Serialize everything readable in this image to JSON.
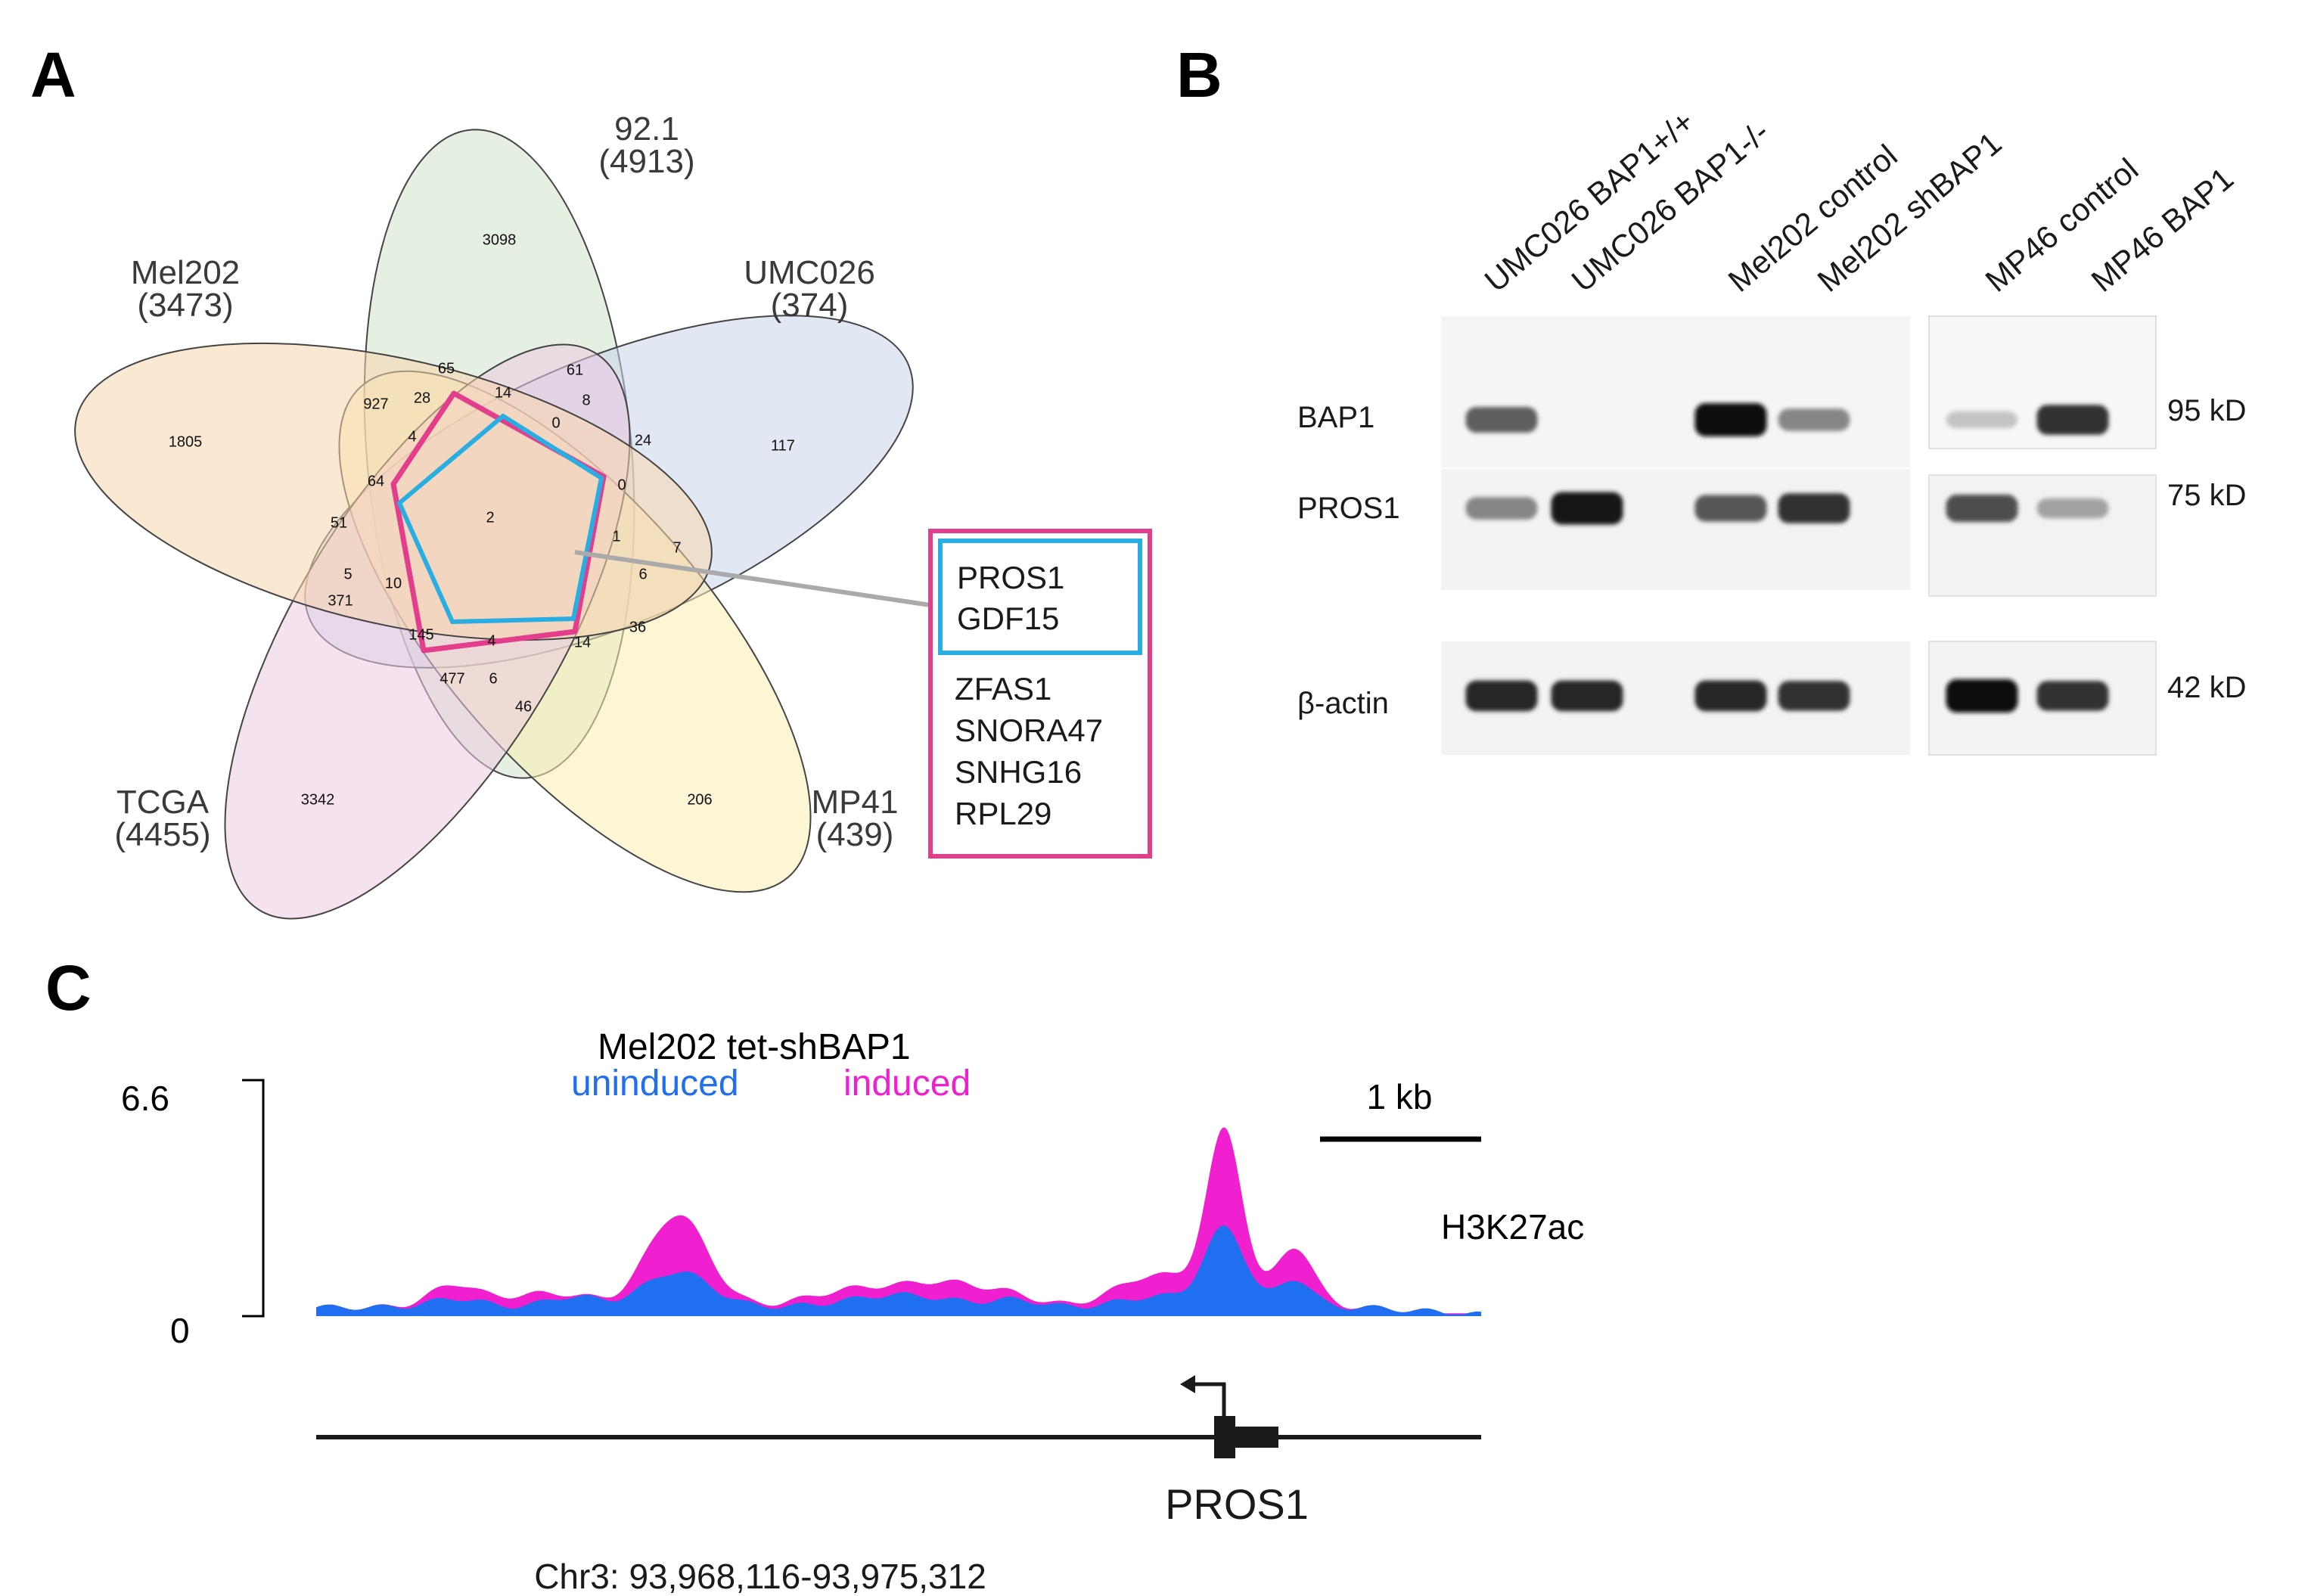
{
  "panel_a": {
    "letter": "A",
    "sets": [
      {
        "name": "92.1",
        "count": "(4913)",
        "color": "#cfe3cc"
      },
      {
        "name": "UMC026",
        "count": "(374)",
        "color": "#c9d5ea"
      },
      {
        "name": "MP41",
        "count": "(439)",
        "color": "#fbefb3"
      },
      {
        "name": "TCGA",
        "count": "(4455)",
        "color": "#eccbe1"
      },
      {
        "name": "Mel202",
        "count": "(3473)",
        "color": "#f7d6ad"
      }
    ],
    "region_counts": [
      "3098",
      "117",
      "206",
      "3342",
      "1805",
      "65",
      "61",
      "927",
      "28",
      "14",
      "8",
      "0",
      "24",
      "4",
      "64",
      "2",
      "0",
      "51",
      "1",
      "7",
      "5",
      "10",
      "6",
      "371",
      "145",
      "4",
      "14",
      "36",
      "477",
      "6",
      "46"
    ],
    "highlight_outer_color": "#e23e8c",
    "highlight_inner_color": "#2aaee2",
    "inner_genes": [
      "PROS1",
      "GDF15"
    ],
    "outer_genes": [
      "ZFAS1",
      "SNORA47",
      "SNHG16",
      "RPL29"
    ]
  },
  "panel_b": {
    "letter": "B",
    "lanes": [
      "UMC026 BAP1+/+",
      "UMC026 BAP1-/-",
      "Mel202 control",
      "Mel202 shBAP1",
      "MP46 control",
      "MP46 BAP1"
    ],
    "rows": [
      {
        "label": "BAP1",
        "size": "95 kD",
        "intensities": [
          0.55,
          0.0,
          1.0,
          0.35,
          0.02,
          0.8
        ]
      },
      {
        "label": "PROS1",
        "size": "75 kD",
        "intensities": [
          0.35,
          0.95,
          0.6,
          0.8,
          0.65,
          0.2
        ]
      },
      {
        "label": "β-actin",
        "size": "42 kD",
        "intensities": [
          0.85,
          0.85,
          0.85,
          0.8,
          1.0,
          0.8
        ]
      }
    ]
  },
  "panel_c": {
    "letter": "C",
    "title": "Mel202 tet-shBAP1",
    "legend_uninduced": "uninduced",
    "legend_induced": "induced",
    "color_uninduced": "#1f6ff0",
    "color_induced": "#f01fd0",
    "y_max": "6.6",
    "y_min": "0",
    "scale_bar": "1 kb",
    "track_label": "H3K27ac",
    "gene": "PROS1",
    "coordinates": "Chr3: 93,968,116-93,975,312"
  }
}
